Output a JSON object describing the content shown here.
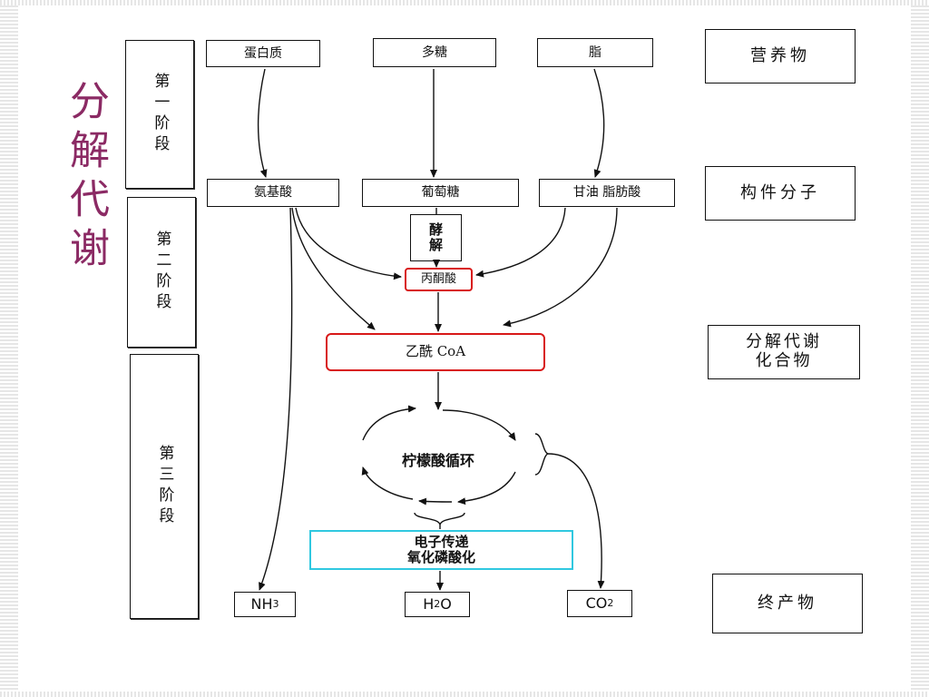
{
  "title": "分解代谢",
  "stages": [
    "第一阶段",
    "第二阶段",
    "第三阶段"
  ],
  "categories": {
    "nutrients": "营养物",
    "building_blocks": "构件分子",
    "catabolic_compounds_line1": "分解代谢",
    "catabolic_compounds_line2": "化合物",
    "end_products": "终产物"
  },
  "nodes": {
    "protein": "蛋白质",
    "polysaccharide": "多糖",
    "fat": "脂",
    "amino_acid": "氨基酸",
    "glucose": "葡萄糖",
    "glycerol_fatty_acid": "甘油 脂肪酸",
    "glycolysis_line1": "酵",
    "glycolysis_line2": "解",
    "pyruvate": "丙酮酸",
    "acetyl_coa": "乙酰 CoA",
    "tca_cycle": "柠檬酸循环",
    "etc_line1": "电子传递",
    "etc_line2": "氧化磷酸化",
    "nh3": "NH3",
    "h2o": "H2O",
    "co2": "CO2"
  },
  "highlight_colors": {
    "title": "#8b2a64",
    "red_box": "#d81818",
    "cyan_box": "#30c8e0"
  }
}
